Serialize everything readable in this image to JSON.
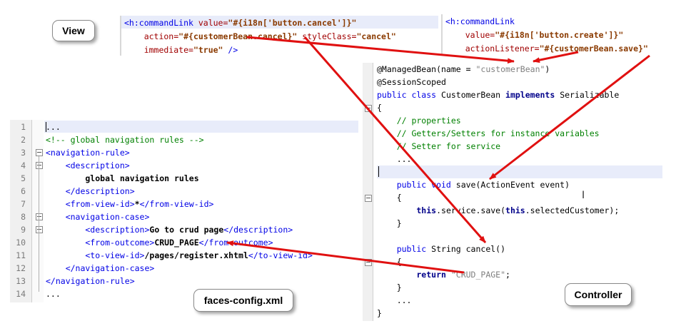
{
  "callouts": {
    "view": "View",
    "faces": "faces-config.xml",
    "controller": "Controller"
  },
  "view_cancel": {
    "lines": [
      [
        {
          "c": "tag",
          "t": "<h:commandLink "
        },
        {
          "c": "attr",
          "t": "value="
        },
        {
          "c": "str",
          "t": "\"#{i18n['button.cancel']}\""
        }
      ],
      [
        {
          "c": "attr",
          "t": "    action="
        },
        {
          "c": "str",
          "t": "\"#{customerBean.cancel}\""
        },
        {
          "c": "attr",
          "t": " styleClass="
        },
        {
          "c": "str",
          "t": "\"cancel\""
        }
      ],
      [
        {
          "c": "attr",
          "t": "    immediate="
        },
        {
          "c": "str",
          "t": "\"true\""
        },
        {
          "c": "tag",
          "t": " />"
        }
      ]
    ]
  },
  "view_create": {
    "lines": [
      [
        {
          "c": "tag",
          "t": "<h:commandLink"
        }
      ],
      [
        {
          "c": "attr",
          "t": "    value="
        },
        {
          "c": "str",
          "t": "\"#{i18n['button.create']}\""
        }
      ],
      [
        {
          "c": "attr",
          "t": "    actionListener="
        },
        {
          "c": "str",
          "t": "\"#{customerBean.save}\""
        }
      ]
    ]
  },
  "faces_config": {
    "numbers": [
      "1",
      "2",
      "3",
      "4",
      "5",
      "6",
      "7",
      "8",
      "9",
      "10",
      "11",
      "12",
      "13",
      "14"
    ],
    "lines": [
      [
        {
          "c": "plain",
          "t": "..."
        }
      ],
      [
        {
          "c": "cmt",
          "t": "<!-- global navigation rules -->"
        }
      ],
      [
        {
          "c": "tag",
          "t": "<navigation-rule>"
        }
      ],
      [
        {
          "c": "tag",
          "t": "    <description>"
        }
      ],
      [
        {
          "c": "bold",
          "t": "        global navigation rules"
        }
      ],
      [
        {
          "c": "tag",
          "t": "    </description>"
        }
      ],
      [
        {
          "c": "tag",
          "t": "    <from-view-id>"
        },
        {
          "c": "bold",
          "t": "*"
        },
        {
          "c": "tag",
          "t": "</from-view-id>"
        }
      ],
      [
        {
          "c": "tag",
          "t": "    <navigation-case>"
        }
      ],
      [
        {
          "c": "tag",
          "t": "        <description>"
        },
        {
          "c": "bold",
          "t": "Go to crud page"
        },
        {
          "c": "tag",
          "t": "</description>"
        }
      ],
      [
        {
          "c": "tag",
          "t": "        <from-outcome>"
        },
        {
          "c": "bold",
          "t": "CRUD_PAGE"
        },
        {
          "c": "tag",
          "t": "</from-outcome>"
        }
      ],
      [
        {
          "c": "tag",
          "t": "        <to-view-id>"
        },
        {
          "c": "bold",
          "t": "/pages/register.xhtml"
        },
        {
          "c": "tag",
          "t": "</to-view-id>"
        }
      ],
      [
        {
          "c": "tag",
          "t": "    </navigation-case>"
        }
      ],
      [
        {
          "c": "tag",
          "t": "</navigation-rule>"
        }
      ],
      [
        {
          "c": "plain",
          "t": "..."
        }
      ]
    ]
  },
  "controller": {
    "lines": [
      [
        {
          "c": "plain",
          "t": "@ManagedBean(name = "
        },
        {
          "c": "gray",
          "t": "\"customerBean\""
        },
        {
          "c": "plain",
          "t": ")"
        }
      ],
      [
        {
          "c": "plain",
          "t": "@SessionScoped"
        }
      ],
      [
        {
          "c": "kw",
          "t": "public class "
        },
        {
          "c": "plain",
          "t": "CustomerBean "
        },
        {
          "c": "kwb",
          "t": "implements "
        },
        {
          "c": "plain",
          "t": "Serializable"
        }
      ],
      [
        {
          "c": "plain",
          "t": "{"
        }
      ],
      [
        {
          "c": "cmt",
          "t": "    // properties"
        }
      ],
      [
        {
          "c": "cmt",
          "t": "    // Getters/Setters for instance variables"
        }
      ],
      [
        {
          "c": "cmt",
          "t": "    // Setter for service"
        }
      ],
      [
        {
          "c": "plain",
          "t": "    ..."
        }
      ],
      [
        {
          "c": "plain",
          "t": ""
        }
      ],
      [
        {
          "c": "kw",
          "t": "    public void "
        },
        {
          "c": "plain",
          "t": "save(ActionEvent event)"
        }
      ],
      [
        {
          "c": "plain",
          "t": "    {"
        }
      ],
      [
        {
          "c": "kwb",
          "t": "        this"
        },
        {
          "c": "plain",
          "t": ".service.save("
        },
        {
          "c": "kwb",
          "t": "this"
        },
        {
          "c": "plain",
          "t": ".selectedCustomer);"
        }
      ],
      [
        {
          "c": "plain",
          "t": "    }"
        }
      ],
      [
        {
          "c": "plain",
          "t": ""
        }
      ],
      [
        {
          "c": "kw",
          "t": "    public "
        },
        {
          "c": "plain",
          "t": "String cancel()"
        }
      ],
      [
        {
          "c": "plain",
          "t": "    {"
        }
      ],
      [
        {
          "c": "kwb",
          "t": "        return "
        },
        {
          "c": "gray",
          "t": "\"CRUD_PAGE\""
        },
        {
          "c": "plain",
          "t": ";"
        }
      ],
      [
        {
          "c": "plain",
          "t": "    }"
        }
      ],
      [
        {
          "c": "plain",
          "t": "    ..."
        }
      ],
      [
        {
          "c": "plain",
          "t": "}"
        }
      ]
    ]
  },
  "colors": {
    "arrow": "#e01010",
    "highlight": "#e8ecfa"
  }
}
